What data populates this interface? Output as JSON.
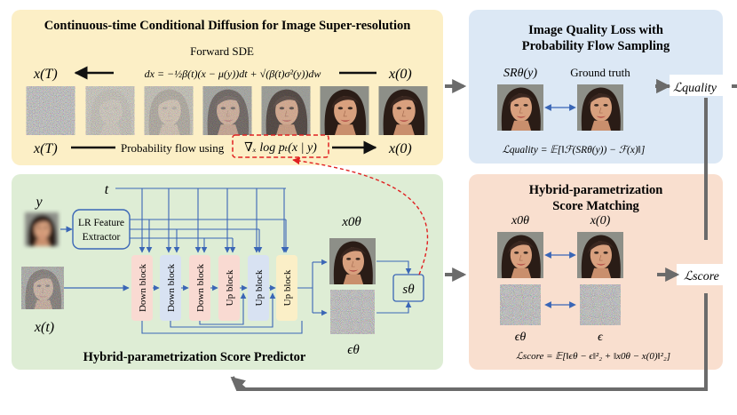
{
  "panels": {
    "diffusion": {
      "title": "Continuous-time Conditional Diffusion for Image Super-resolution",
      "forward_label": "Forward SDE",
      "forward_eq": "dx = −½β(t)(x − μ(y))dt + √(β(t)σ²(y))dw",
      "x_T": "x(T)",
      "x_0": "x(0)",
      "pf_text": "Probability flow using",
      "pf_score": "∇ₓ log pₜ(x | y)"
    },
    "quality": {
      "title_line1": "Image Quality Loss with",
      "title_line2": "Probability Flow Sampling",
      "sr_label": "SRθ(y)",
      "gt_label": "Ground truth",
      "loss_eq": "ℒquality = 𝔼[‖ℱ(SRθ(y)) − ℱ(x)‖]"
    },
    "score_matching": {
      "title_line1": "Hybrid-parametrization",
      "title_line2": "Score Matching",
      "x0theta": "x0θ",
      "x0": "x(0)",
      "eps_theta": "ϵθ",
      "eps": "ϵ",
      "loss_eq": "ℒscore = 𝔼[‖ϵθ − ϵ‖²₂ + ‖x0θ − x(0)‖²₂]"
    },
    "predictor": {
      "title": "Hybrid-parametrization Score Predictor",
      "y_label": "y",
      "t_label": "t",
      "xt_label": "x(t)",
      "lr_extractor_line1": "LR Feature",
      "lr_extractor_line2": "Extractor",
      "blocks": [
        "Down block",
        "Down block",
        "Down block",
        "Up block",
        "Up block",
        "Up block"
      ],
      "x0theta": "x0θ",
      "eps_theta": "ϵθ",
      "s_theta": "sθ"
    }
  },
  "outputs": {
    "quality_loss": "ℒquality",
    "score_loss": "ℒscore"
  },
  "colors": {
    "diffusion_bg": "#fcefc6",
    "quality_bg": "#dce8f5",
    "score_bg": "#f9dfcf",
    "predictor_bg": "#deedd5",
    "arrow_gray": "#6b6b6b",
    "block_blue": "#3a66b6",
    "dashed_red": "#e02020",
    "down_block_pink": "#f9dad2",
    "down_block_blue": "#d8e2f2",
    "up_block_yellow": "#fbefc7"
  },
  "icons": [
    "portrait-image",
    "noise-image",
    "blurred-portrait-image"
  ]
}
